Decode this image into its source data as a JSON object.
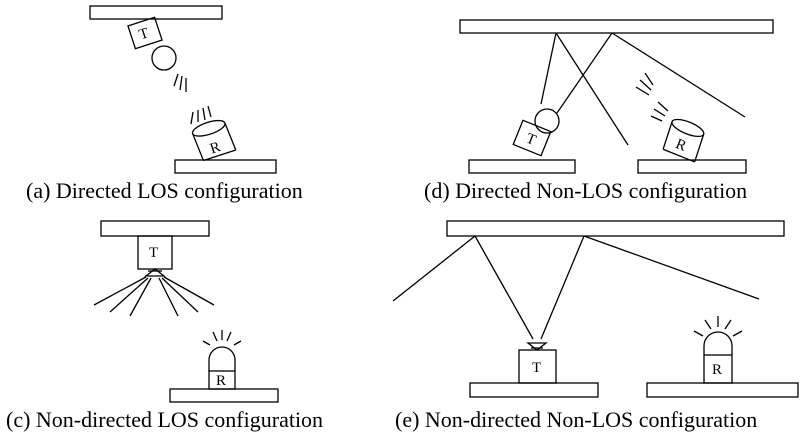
{
  "captions": {
    "a": "(a) Directed LOS configuration",
    "c": "(c) Non-directed LOS configuration",
    "d": "(d) Directed Non-LOS configuration",
    "e": "(e) Non-directed Non-LOS configuration"
  },
  "labels": {
    "transmitter": "T",
    "receiver": "R"
  }
}
